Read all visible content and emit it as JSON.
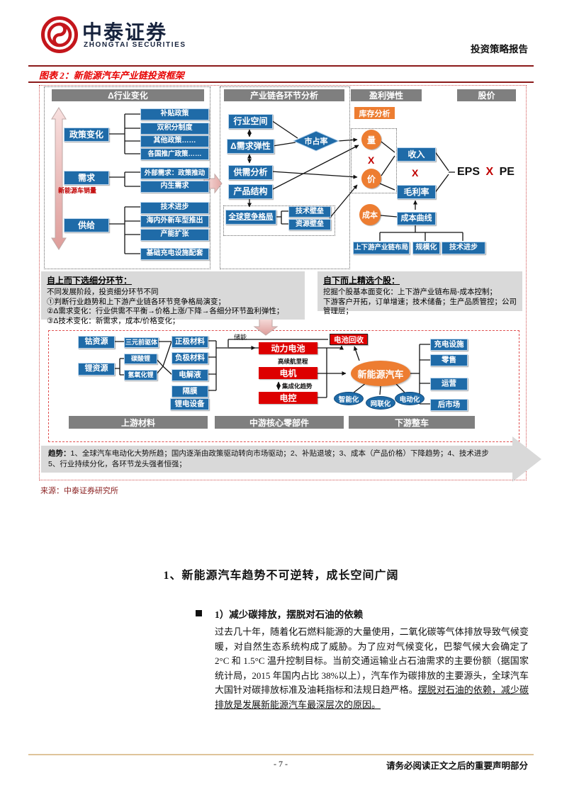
{
  "header": {
    "brand_cn": "中泰证券",
    "brand_en": "ZHONGTAI SECURITIES",
    "report_type": "投资策略报告"
  },
  "figure": {
    "title": "图表 2：新能源汽车产业链投资框架",
    "industry_panel": {
      "header": "Δ行业变化",
      "policy": "政策变化",
      "policy_subs": [
        "补贴政策",
        "双积分制度",
        "其他政策……",
        "各国推广政策……"
      ],
      "demand": "需求",
      "demand_note": "新能源车销量",
      "demand_subs": [
        "外部需求：政策推动",
        "内生需求"
      ],
      "supply": "供给",
      "supply_subs": [
        "技术进步",
        "海内外新车型推出",
        "产能扩张",
        "基础充电设施配套"
      ]
    },
    "chain_panel": {
      "header": "产业链各环节分析",
      "steps": [
        "行业空间",
        "Δ需求弹性",
        "供需分析",
        "产品结构"
      ],
      "competition": "全球竞争格局",
      "barriers": [
        "技术壁垒",
        "资源壁垒"
      ],
      "market_share": "市占率"
    },
    "profit_panel": {
      "header": "盈利弹性",
      "price_header": "股价",
      "inventory": "库存分析",
      "volume": "量",
      "price": "价",
      "cost": "成本",
      "multiply": "X",
      "revenue": "收入",
      "gross_margin": "毛利率",
      "eps": "EPS",
      "pe": "PE",
      "cost_curve": "成本曲线",
      "cost_factors": [
        "上下游产业链布局",
        "规模化",
        "技术进步"
      ]
    },
    "topdown": {
      "title": "自上而下选细分环节：",
      "lines": [
        "不同发展阶段，投资细分环节不同",
        "①判断行业趋势和上下游产业链各环节竞争格局演变；",
        "②Δ需求变化：行业供需不平衡→价格上涨/下降→各细分环节盈利弹性；",
        "③Δ技术变化：新需求，成本/价格变化；"
      ]
    },
    "bottomup": {
      "title": "自下而上精选个股：",
      "lines": [
        "挖掘个股基本面变化：上下游产业链布局-成本控制；",
        "下游客户开拓，订单增速；技术储备；生产品质管控；公司管理层；"
      ]
    },
    "value_chain": {
      "cobalt": "钴资源",
      "lithium": "锂资源",
      "precursor": "三元前驱体",
      "carbonate": "碳酸锂",
      "hydroxide": "氢氧化锂",
      "materials": [
        "正极材料",
        "负极材料",
        "电解液",
        "隔膜",
        "锂电设备"
      ],
      "storage": "储能",
      "battery": "动力电池",
      "range_note": "高续航里程",
      "motor": "电机",
      "integration_note": "集成化趋势",
      "control": "电控",
      "recycle": "电池回收",
      "vehicle": "新能源汽车",
      "trends3": [
        "智能化",
        "网联化",
        "电动化"
      ],
      "downstream": [
        "充电设施",
        "零售",
        "运营",
        "后市场"
      ],
      "bands": [
        "上游材料",
        "中游核心零部件",
        "下游整车"
      ]
    },
    "trend": {
      "label": "趋势：",
      "line1": "1、全球汽车电动化大势所趋；国内逐渐由政策驱动转向市场驱动；2、补贴退坡；3、成本（产品价格）下降趋势；4、技术进步",
      "line2": "5、行业持续分化，各环节龙头强者恒强；"
    },
    "source": "来源：中泰证券研究所"
  },
  "body": {
    "section_title": "1、新能源汽车趋势不可逆转，成长空间广阔",
    "bullet_title": "1）减少碳排放，摆脱对石油的依赖",
    "paragraph": "过去几十年，随着化石燃料能源的大量使用，二氧化碳等气体排放导致气候变暖，对自然生态系统构成了威胁。为了应对气候变化，巴黎气候大会确定了 2°C 和 1.5°C 温升控制目标。当前交通运输业占石油需求的主要份额（据国家统计局，2015 年国内占比 38%以上），汽车作为碳排放的主要源头，全球汽车大国针对碳排放标准及油耗指标和法规日趋严格。",
    "underlined": "摆脱对石油的依赖，减少碳排放是发展新能源汽车最深层次的原因。"
  },
  "footer": {
    "page": "- 7 -",
    "notice": "请务必阅读正文之后的重要声明部分"
  },
  "colors": {
    "blue": "#1F6BA8",
    "orange": "#ED7D31",
    "red": "#DD0000",
    "dark_red_rule": "#8B1A1A",
    "gray_header": "#7F7F7F",
    "block_gray": "#D9D9D9"
  }
}
